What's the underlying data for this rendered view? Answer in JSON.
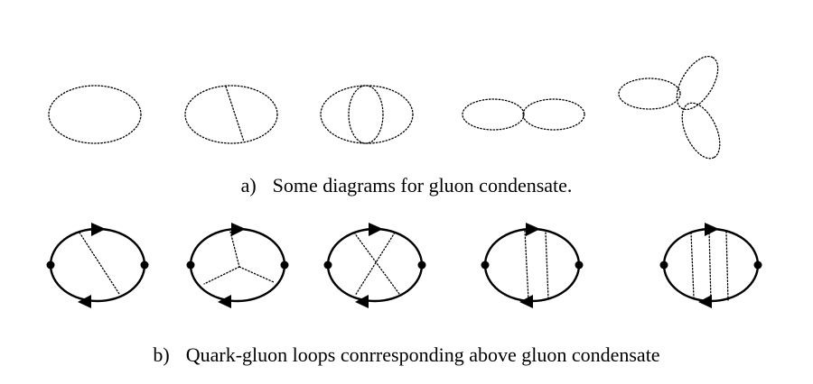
{
  "figure": {
    "panel_a": {
      "label": "a)",
      "caption": "Some diagrams for gluon condensate."
    },
    "panel_b": {
      "label": "b)",
      "caption": "Quark-gluon loops conrresponding above gluon condensate"
    }
  }
}
